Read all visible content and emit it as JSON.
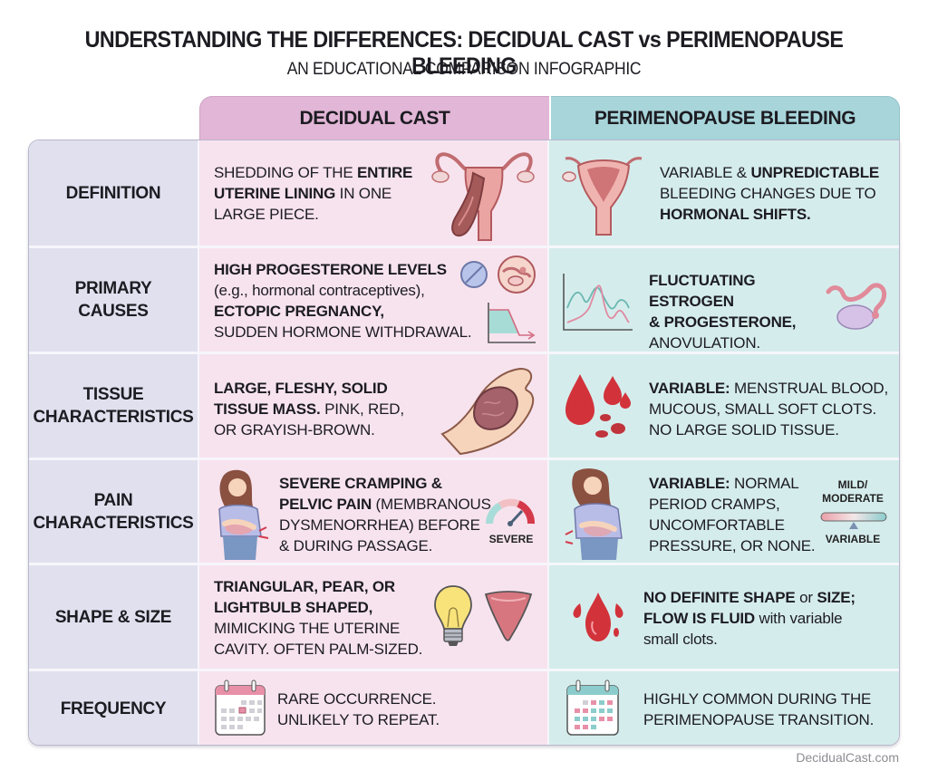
{
  "header": {
    "title": "UNDERSTANDING THE DIFFERENCES: DECIDUAL CAST vs PERIMENOPAUSE BLEEDING",
    "subtitle": "AN EDUCATIONAL COMPARISON INFOGRAPHIC"
  },
  "columns": {
    "decidual": {
      "label": "DECIDUAL CAST",
      "color": "#e2b6d6",
      "cell_color": "#f7e3ee"
    },
    "perimenopause": {
      "label": "PERIMENOPAUSE BLEEDING",
      "color": "#a7d5da",
      "cell_color": "#d5ecec"
    },
    "label_color": "#e1e0ee"
  },
  "rows": [
    {
      "label_lines": [
        "DEFINITION"
      ],
      "decidual": {
        "parts": [
          "SHEDDING OF THE ",
          "ENTIRE",
          "UTERINE LINING",
          " IN ONE",
          "LARGE PIECE."
        ],
        "icon": "uterus-shedding-icon"
      },
      "perimenopause": {
        "parts": [
          "VARIABLE & ",
          "UNPREDICTABLE",
          "BLEEDING CHANGES DUE TO",
          "HORMONAL SHIFTS."
        ],
        "icon": "uterus-icon"
      }
    },
    {
      "label_lines": [
        "PRIMARY",
        "CAUSES"
      ],
      "decidual": {
        "parts": [
          "HIGH PROGESTERONE LEVELS",
          "(e.g., hormonal contraceptives),",
          "ECTOPIC PREGNANCY,",
          "SUDDEN HORMONE WITHDRAWAL."
        ],
        "icons": [
          "pill-icon",
          "ectopic-pregnancy-icon",
          "hormone-drop-chart-icon"
        ]
      },
      "perimenopause": {
        "parts": [
          "FLUCTUATING ESTROGEN",
          "& PROGESTERONE,",
          "ANOVULATION."
        ],
        "icons": [
          "hormone-fluctuation-chart-icon",
          "ovary-icon"
        ]
      }
    },
    {
      "label_lines": [
        "TISSUE",
        "CHARACTERISTICS"
      ],
      "decidual": {
        "parts": [
          "LARGE, FLESHY, SOLID",
          "TISSUE MASS.",
          " PINK, RED,",
          "OR GRAYISH-BROWN."
        ],
        "icon": "hand-holding-tissue-icon"
      },
      "perimenopause": {
        "parts": [
          "VARIABLE:",
          " MENSTRUAL BLOOD,",
          "MUCOUS, SMALL SOFT CLOTS.",
          "NO LARGE SOLID TISSUE."
        ],
        "icon": "blood-drops-clots-icon"
      }
    },
    {
      "label_lines": [
        "PAIN",
        "CHARACTERISTICS"
      ],
      "decidual": {
        "parts": [
          "SEVERE CRAMPING &",
          "PELVIC PAIN",
          " (MEMBRANOUS",
          "DYSMENORRHEA) BEFORE",
          "& DURING PASSAGE."
        ],
        "icons": [
          "woman-cramping-icon",
          "pain-gauge-icon"
        ],
        "gauge_label": "SEVERE"
      },
      "perimenopause": {
        "parts": [
          "VARIABLE:",
          " NORMAL",
          "PERIOD CRAMPS,",
          "UNCOMFORTABLE",
          "PRESSURE, OR NONE."
        ],
        "icons": [
          "woman-cramping-icon",
          "pain-scale-icon"
        ],
        "scale_top": "MILD/",
        "scale_top2": "MODERATE",
        "scale_bottom": "VARIABLE"
      }
    },
    {
      "label_lines": [
        "SHAPE & SIZE"
      ],
      "decidual": {
        "parts": [
          "TRIANGULAR, PEAR, OR",
          "LIGHTBULB SHAPED,",
          "MIMICKING THE UTERINE",
          "CAVITY. OFTEN PALM-SIZED."
        ],
        "icons": [
          "lightbulb-icon",
          "inverted-triangle-icon"
        ]
      },
      "perimenopause": {
        "parts": [
          "NO DEFINITE SHAPE",
          " or ",
          "SIZE;",
          "FLOW IS FLUID",
          " with variable",
          "small clots."
        ],
        "icon": "blood-drop-splash-icon"
      }
    },
    {
      "label_lines": [
        "FREQUENCY"
      ],
      "decidual": {
        "parts": [
          "RARE OCCURRENCE.",
          "UNLIKELY TO REPEAT."
        ],
        "icon": "calendar-single-day-icon"
      },
      "perimenopause": {
        "parts": [
          "HIGHLY COMMON DURING THE",
          "PERIMENOPAUSE TRANSITION."
        ],
        "icon": "calendar-many-days-icon"
      }
    }
  ],
  "footer": {
    "watermark": "DecidualCast.com"
  }
}
